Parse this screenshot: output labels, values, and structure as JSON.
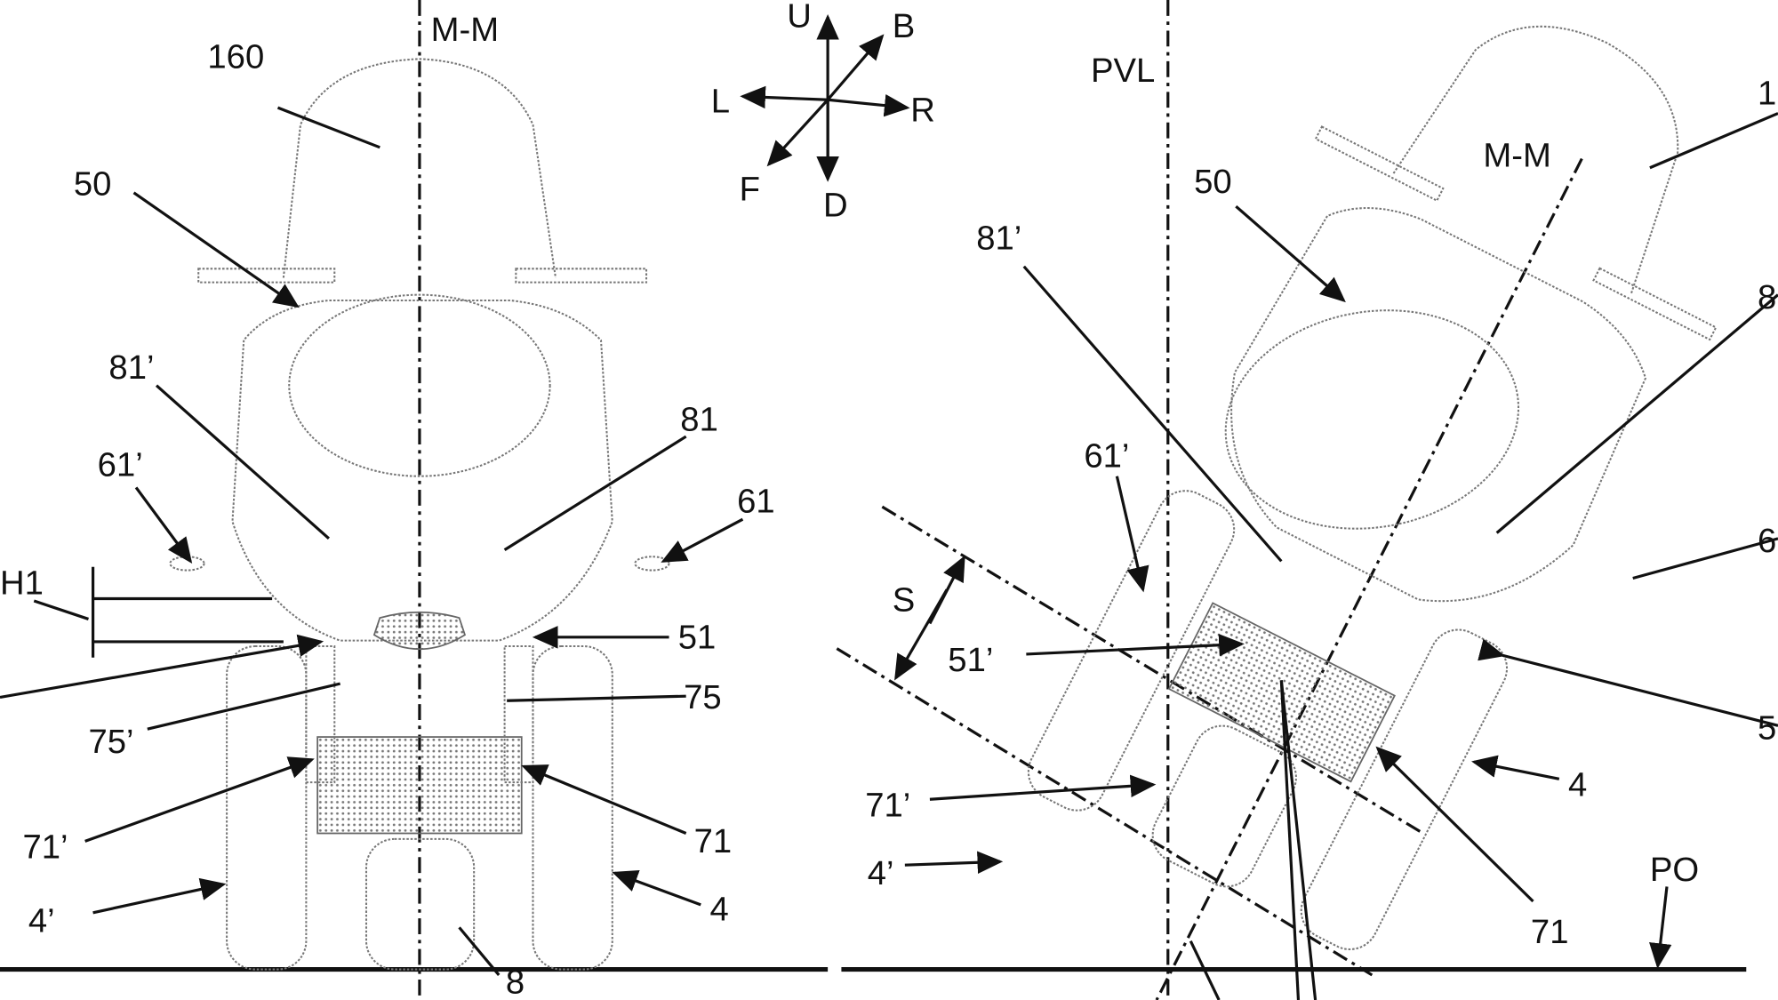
{
  "figure": {
    "left_view": {
      "labels": [
        "160",
        "M-M",
        "50",
        "81’",
        "81",
        "61’",
        "61",
        "H1",
        "51",
        "75",
        "75’",
        "71’",
        "71",
        "4’",
        "4",
        "8"
      ]
    },
    "compass": {
      "up": "U",
      "back": "B",
      "left": "L",
      "right": "R",
      "front": "F",
      "down": "D"
    },
    "right_view": {
      "labels": [
        "PVL",
        "M-M",
        "50",
        "81’",
        "61’",
        "S",
        "51’",
        "71’",
        "4’",
        "4",
        "71",
        "PO",
        "1",
        "8",
        "6",
        "5"
      ]
    }
  }
}
